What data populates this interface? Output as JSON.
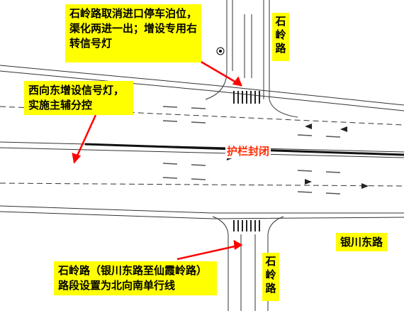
{
  "callouts": {
    "top": "石岭路取消进口停车泊位，渠化两进一出；增设专用右转信号灯",
    "left": "西向东增设信号灯，实施主辅分控",
    "bottom": "石岭路（银川东路至仙霞岭路）路段设置为北向南单行线"
  },
  "road_labels": {
    "shiling_north": "石岭路",
    "shiling_south": "石岭路",
    "yinchuan_east": "银川东路",
    "guardrail": "护栏封闭"
  },
  "colors": {
    "highlight": "#ffff00",
    "arrow": "#ff0000",
    "guardrail_text": "#ff2a00",
    "road_lines": "#333333"
  }
}
